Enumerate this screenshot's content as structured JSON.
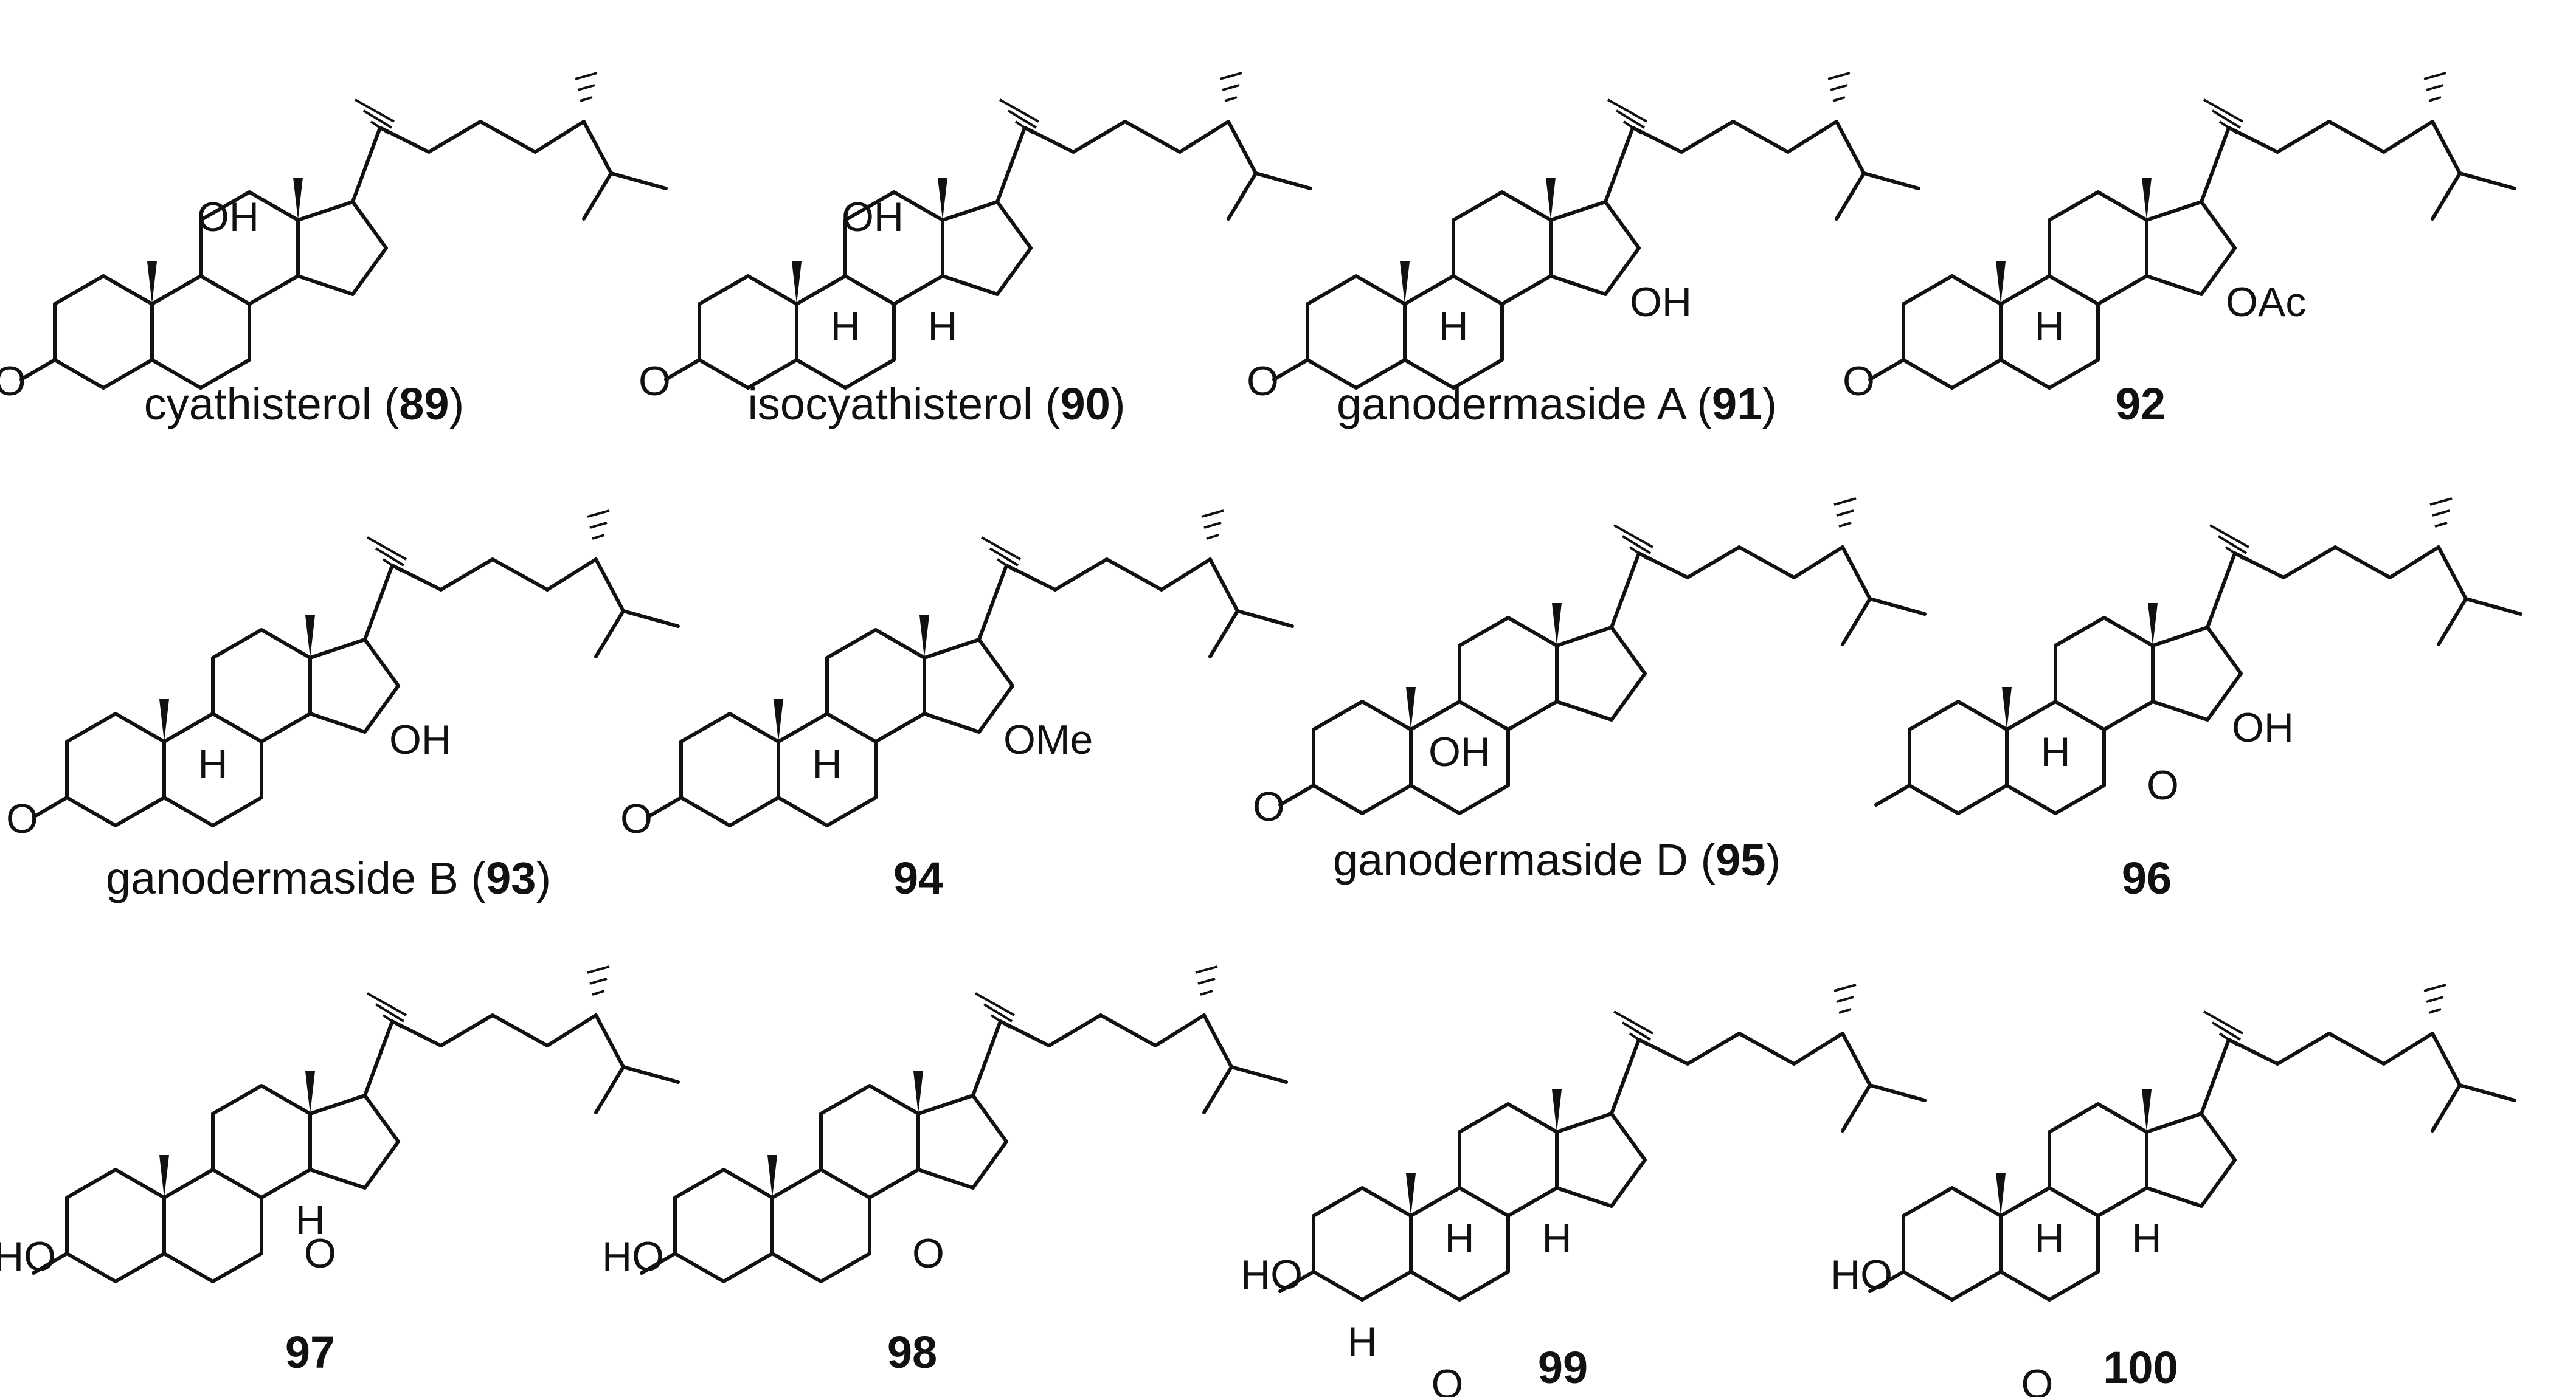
{
  "compounds": [
    {
      "name": "cyathisterol (",
      "number": "89",
      "suffix": ")",
      "atoms": {
        "oxo": "O",
        "oh": "OH"
      }
    },
    {
      "name": "isocyathisterol (",
      "number": "90",
      "suffix": ")",
      "atoms": {
        "oxo": "O",
        "oh": "OH",
        "h9": "H",
        "h14": "H"
      }
    },
    {
      "name": "ganodermaside A (",
      "number": "91",
      "suffix": ")",
      "atoms": {
        "oxo": "O",
        "h9": "H",
        "sub15": "OH"
      }
    },
    {
      "name": "",
      "number": "92",
      "suffix": "",
      "atoms": {
        "oxo": "O",
        "h9": "H",
        "sub15": "OAc"
      }
    },
    {
      "name": "ganodermaside B (",
      "number": "93",
      "suffix": ")",
      "atoms": {
        "oxo": "O",
        "h9": "H",
        "sub15": "OH"
      }
    },
    {
      "name": "",
      "number": "94",
      "suffix": "",
      "atoms": {
        "oxo": "O",
        "h9": "H",
        "sub15": "OMe"
      }
    },
    {
      "name": "ganodermaside D (",
      "number": "95",
      "suffix": ")",
      "atoms": {
        "oxo": "O",
        "oh9": "OH"
      }
    },
    {
      "name": "",
      "number": "96",
      "suffix": "",
      "atoms": {
        "h9": "H",
        "oxo7": "O",
        "sub15": "OH"
      }
    },
    {
      "name": "",
      "number": "97",
      "suffix": "",
      "atoms": {
        "ho3": "HO",
        "oxo7": "O",
        "h14": "H"
      }
    },
    {
      "name": "",
      "number": "98",
      "suffix": "",
      "atoms": {
        "ho3": "HO",
        "oxo7": "O"
      }
    },
    {
      "name": "",
      "number": "99",
      "suffix": "",
      "atoms": {
        "ho3": "HO",
        "h9": "H",
        "h14": "H",
        "h5": "H",
        "oxo6": "O"
      }
    },
    {
      "name": "",
      "number": "100",
      "suffix": "",
      "atoms": {
        "ho3": "HO",
        "h9": "H",
        "h14": "H",
        "oxo6": "O"
      }
    }
  ]
}
